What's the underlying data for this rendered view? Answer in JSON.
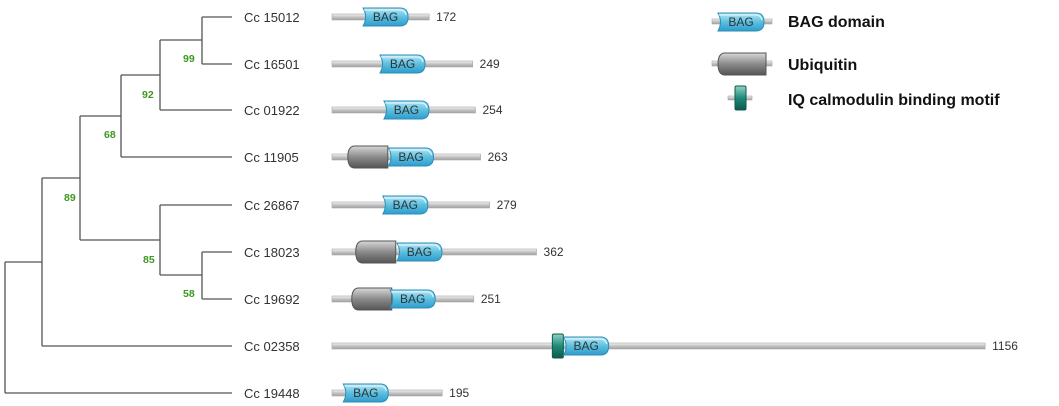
{
  "leaves": [
    {
      "label": "Cc 15012",
      "length": "172",
      "len": 172,
      "domains": [
        {
          "type": "BAG",
          "start": 55
        }
      ]
    },
    {
      "label": "Cc 16501",
      "length": "249",
      "len": 249,
      "domains": [
        {
          "type": "BAG",
          "start": 85
        }
      ]
    },
    {
      "label": "Cc 01922",
      "length": "254",
      "len": 254,
      "domains": [
        {
          "type": "BAG",
          "start": 92
        }
      ]
    },
    {
      "label": "Cc 11905",
      "length": "263",
      "len": 263,
      "domains": [
        {
          "type": "Ubiquitin",
          "start": 28
        },
        {
          "type": "BAG",
          "start": 100
        }
      ]
    },
    {
      "label": "Cc 26867",
      "length": "279",
      "len": 279,
      "domains": [
        {
          "type": "BAG",
          "start": 90
        }
      ]
    },
    {
      "label": "Cc 18023",
      "length": "362",
      "len": 362,
      "domains": [
        {
          "type": "Ubiquitin",
          "start": 42
        },
        {
          "type": "BAG",
          "start": 115
        }
      ]
    },
    {
      "label": "Cc 19692",
      "length": "251",
      "len": 251,
      "domains": [
        {
          "type": "Ubiquitin",
          "start": 35
        },
        {
          "type": "BAG",
          "start": 103
        }
      ]
    },
    {
      "label": "Cc 02358",
      "length": "1156",
      "len": 1156,
      "domains": [
        {
          "type": "IQ",
          "start": 390
        },
        {
          "type": "BAG",
          "start": 410
        }
      ]
    },
    {
      "label": "Cc 19448",
      "length": "195",
      "len": 195,
      "domains": [
        {
          "type": "BAG",
          "start": 20
        }
      ]
    }
  ],
  "bootstrap": [
    "99",
    "92",
    "68",
    "89",
    "85",
    "58"
  ],
  "domain_text": "BAG",
  "legend": [
    {
      "type": "BAG",
      "label": "BAG domain"
    },
    {
      "type": "Ubiquitin",
      "label": "Ubiquitin"
    },
    {
      "type": "IQ",
      "label": "IQ calmodulin binding motif"
    }
  ],
  "colors": {
    "bag_fill": "#5bc0e0",
    "bag_stroke": "#2a8fb5",
    "ubiquitin_fill": "#8a8a8a",
    "iq_fill": "#1f8a78",
    "backbone": "#c4c4c4",
    "tree": "#555555",
    "bootstrap": "#3a9a1e"
  }
}
